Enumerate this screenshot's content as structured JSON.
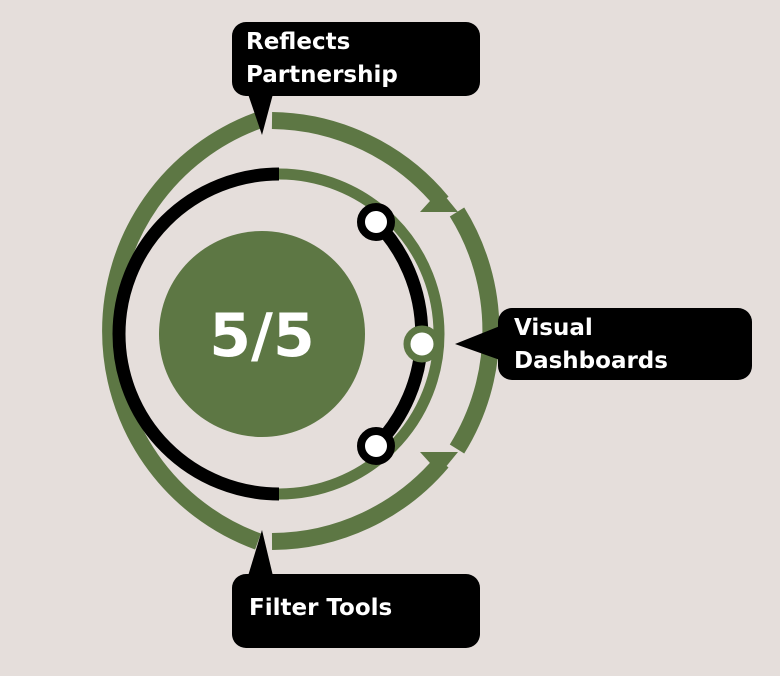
{
  "center": {
    "label": "5/5"
  },
  "callouts": {
    "top": "Reflects\nPartnership",
    "right": "Visual\nDashboards",
    "bottom": "Filter Tools"
  },
  "colors": {
    "background": "#e5dedb",
    "green": "#5d7744",
    "black": "#000000",
    "white": "#ffffff"
  }
}
